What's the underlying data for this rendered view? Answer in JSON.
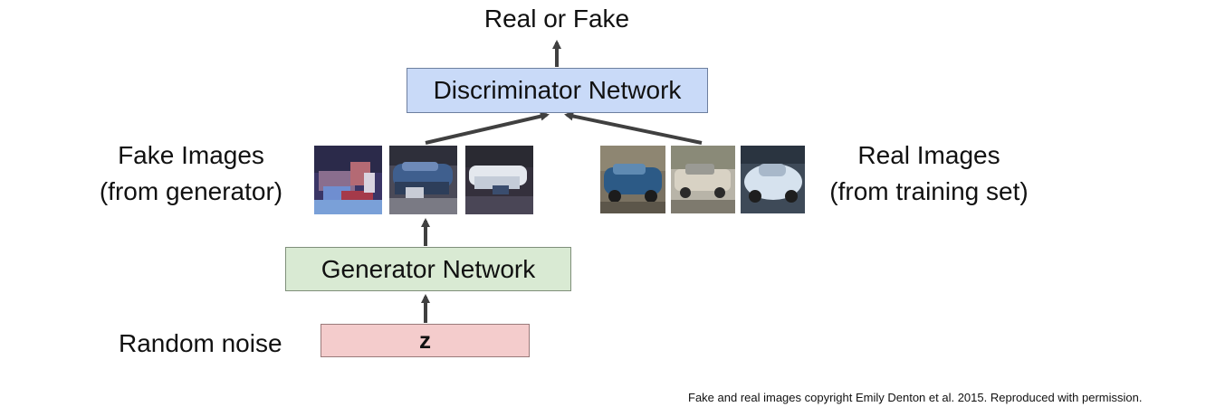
{
  "top_output": "Real or Fake",
  "discriminator": {
    "label": "Discriminator Network"
  },
  "generator": {
    "label": "Generator Network"
  },
  "noise": {
    "side_label": "Random noise",
    "box_label": "z"
  },
  "fake_images": {
    "line1": "Fake Images",
    "line2": "(from generator)",
    "count": 3
  },
  "real_images": {
    "line1": "Real Images",
    "line2": "(from training set)",
    "count": 3
  },
  "footnote": "Fake and real images copyright Emily Denton et al. 2015. Reproduced with permission.",
  "colors": {
    "discriminator_fill": "#c9daf8",
    "generator_fill": "#d9ead3",
    "noise_fill": "#f4cccc",
    "arrow": "#404040"
  },
  "icons": [
    "fake-image-1",
    "fake-image-2",
    "fake-image-3",
    "real-image-1",
    "real-image-2",
    "real-image-3"
  ]
}
